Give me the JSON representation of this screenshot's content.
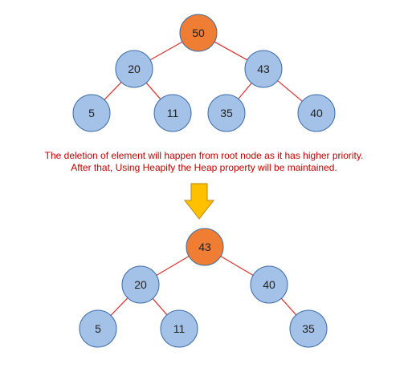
{
  "colors": {
    "root_fill": "#ef7d33",
    "node_fill": "#a4c2e8",
    "node_stroke": "#3a6aa5",
    "edge": "#d9302b",
    "arrow_fill": "#ffc000",
    "arrow_stroke": "#b8860b",
    "caption_text": "#c00000"
  },
  "caption": {
    "line1": "The deletion of element will happen from root node as it has higher priority.",
    "line2": "After that, Using Heapify the Heap property will be maintained."
  },
  "arrow_icon": "down-arrow-icon",
  "heap_before": {
    "nodes": [
      {
        "key": "n50",
        "label": "50",
        "role": "root"
      },
      {
        "key": "n20",
        "label": "20",
        "role": "child"
      },
      {
        "key": "n43",
        "label": "43",
        "role": "child"
      },
      {
        "key": "n5",
        "label": "5",
        "role": "child"
      },
      {
        "key": "n11",
        "label": "11",
        "role": "child"
      },
      {
        "key": "n35",
        "label": "35",
        "role": "child"
      },
      {
        "key": "n40",
        "label": "40",
        "role": "child"
      }
    ],
    "edges": [
      [
        "n50",
        "n20"
      ],
      [
        "n50",
        "n43"
      ],
      [
        "n20",
        "n5"
      ],
      [
        "n20",
        "n11"
      ],
      [
        "n43",
        "n35"
      ],
      [
        "n43",
        "n40"
      ]
    ]
  },
  "heap_after": {
    "nodes": [
      {
        "key": "m43",
        "label": "43",
        "role": "root"
      },
      {
        "key": "m20",
        "label": "20",
        "role": "child"
      },
      {
        "key": "m40",
        "label": "40",
        "role": "child"
      },
      {
        "key": "m5",
        "label": "5",
        "role": "child"
      },
      {
        "key": "m11",
        "label": "11",
        "role": "child"
      },
      {
        "key": "m35",
        "label": "35",
        "role": "child"
      }
    ],
    "edges": [
      [
        "m43",
        "m20"
      ],
      [
        "m43",
        "m40"
      ],
      [
        "m20",
        "m5"
      ],
      [
        "m20",
        "m11"
      ],
      [
        "m40",
        "m35"
      ]
    ]
  }
}
